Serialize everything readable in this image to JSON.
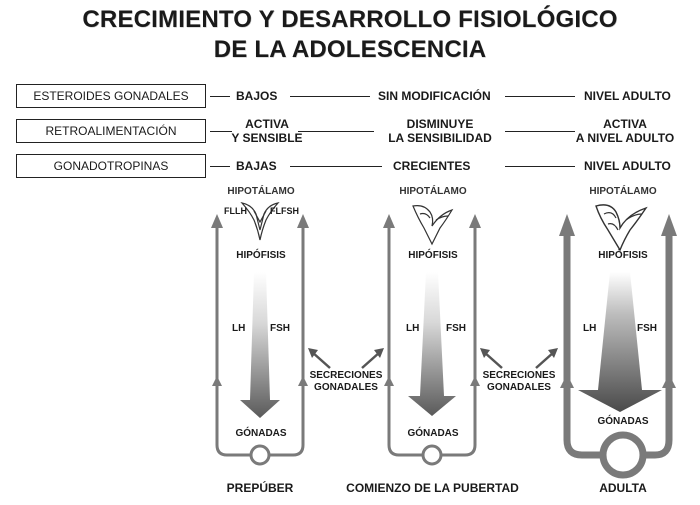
{
  "title": {
    "line1": "CRECIMIENTO Y DESARROLLO FISIOLÓGICO",
    "line2": "DE LA ADOLESCENCIA"
  },
  "rows": [
    {
      "label": "ESTEROIDES GONADALES",
      "prepuber": "BAJOS",
      "comienzo": "SIN MODIFICACIÓN",
      "adulta": "NIVEL ADULTO"
    },
    {
      "label": "RETROALIMENTACIÓN",
      "prepuber": "ACTIVA\nY SENSIBLE",
      "comienzo": "DISMINUYE\nLA SENSIBILIDAD",
      "adulta": "ACTIVA\nA NIVEL ADULTO"
    },
    {
      "label": "GONADOTROPINAS",
      "prepuber": "BAJAS",
      "comienzo": "CRECIENTES",
      "adulta": "NIVEL ADULTO"
    }
  ],
  "diagram": {
    "hipotalamo": "HIPOTÁLAMO",
    "hipofisis": "HIPÓFISIS",
    "lh": "LH",
    "fsh": "FSH",
    "gonadas": "GÓNADAS",
    "fllh": "FLLH",
    "flfsh": "FLFSH",
    "secreciones": "SECRECIONES\nGONADALES"
  },
  "stages": [
    "PREPÚBER",
    "COMIENZO DE LA PUBERTAD",
    "ADULTA"
  ],
  "colors": {
    "stroke": "#7a7a7a",
    "dark": "#222222"
  }
}
